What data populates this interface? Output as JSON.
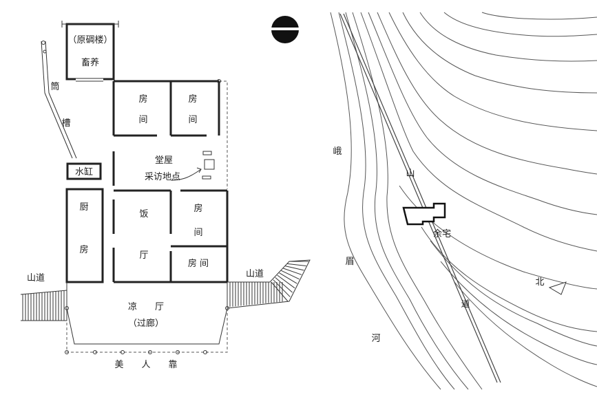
{
  "floor_plan": {
    "rooms": {
      "old_blockhouse": "（原碉楼）",
      "livestock": "畜养",
      "room_1": [
        "房",
        "间"
      ],
      "room_2": [
        "房",
        "间"
      ],
      "main_hall": "堂屋",
      "interview_site": "采访地点",
      "kitchen": [
        "厨",
        "房"
      ],
      "dining_hall": [
        "饭",
        "厅"
      ],
      "room_3": [
        "房",
        "间"
      ],
      "room_4": "房 间",
      "cool_hall": "凉　　厅",
      "corridor": "（过廊）"
    },
    "pipe_trough": [
      "筒",
      "槽"
    ],
    "water_vat": "水缸",
    "mountain_road_left": "山道",
    "mountain_road_right": "山道",
    "beauty_rest": "美　　人　　靠"
  },
  "site_map": {
    "labels": {
      "e": "峨",
      "mei": "眉",
      "he": "河",
      "shan": "山",
      "dao": "道",
      "residence": "余宅",
      "north": "北"
    }
  }
}
